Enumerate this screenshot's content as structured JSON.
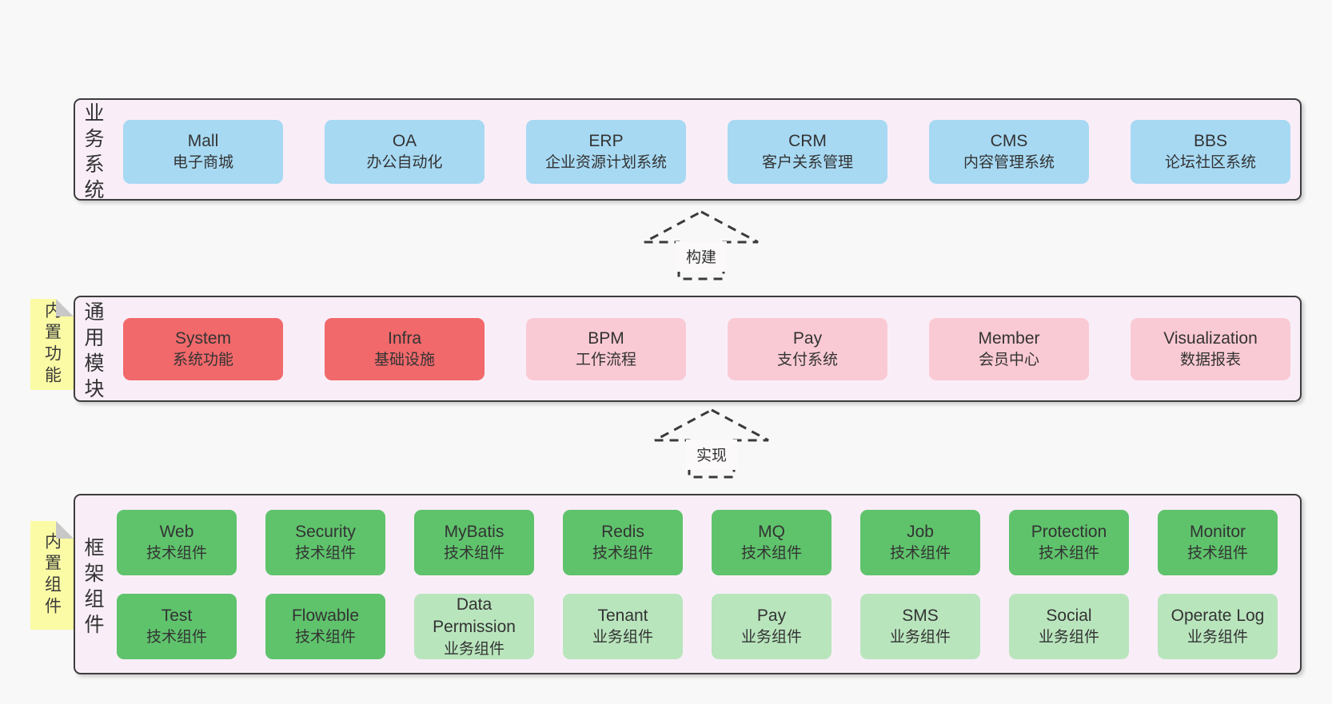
{
  "palette": {
    "page_bg": "#f8f8f8",
    "panel_bg": "#f9eef8",
    "panel_border": "#3d3d3d",
    "blue_box": "#a7d9f3",
    "red_box": "#f1696b",
    "pink_box": "#facad4",
    "green_box": "#5fc36c",
    "green_light_box": "#b9e5bd",
    "sticky_yellow": "#fbfba5",
    "sticky_fold": "#c8c8c8",
    "text": "#333333",
    "arrow": "#3a3a3a"
  },
  "arrows": [
    {
      "label": "构建"
    },
    {
      "label": "实现"
    }
  ],
  "layers": [
    {
      "label": "业务系统",
      "items": [
        {
          "en": "Mall",
          "zh": "电子商城"
        },
        {
          "en": "OA",
          "zh": "办公自动化"
        },
        {
          "en": "ERP",
          "zh": "企业资源计划系统"
        },
        {
          "en": "CRM",
          "zh": "客户关系管理"
        },
        {
          "en": "CMS",
          "zh": "内容管理系统"
        },
        {
          "en": "BBS",
          "zh": "论坛社区系统"
        }
      ]
    },
    {
      "label": "通用模块",
      "sticky": "内置功能",
      "items": [
        {
          "en": "System",
          "zh": "系统功能"
        },
        {
          "en": "Infra",
          "zh": "基础设施"
        },
        {
          "en": "BPM",
          "zh": "工作流程"
        },
        {
          "en": "Pay",
          "zh": "支付系统"
        },
        {
          "en": "Member",
          "zh": "会员中心"
        },
        {
          "en": "Visualization",
          "zh": "数据报表"
        }
      ]
    },
    {
      "label": "框架组件",
      "sticky": "内置组件",
      "rows": [
        [
          {
            "en": "Web",
            "zh": "技术组件"
          },
          {
            "en": "Security",
            "zh": "技术组件"
          },
          {
            "en": "MyBatis",
            "zh": "技术组件"
          },
          {
            "en": "Redis",
            "zh": "技术组件"
          },
          {
            "en": "MQ",
            "zh": "技术组件"
          },
          {
            "en": "Job",
            "zh": "技术组件"
          },
          {
            "en": "Protection",
            "zh": "技术组件"
          },
          {
            "en": "Monitor",
            "zh": "技术组件"
          }
        ],
        [
          {
            "en": "Test",
            "zh": "技术组件"
          },
          {
            "en": "Flowable",
            "zh": "技术组件"
          },
          {
            "en": "Data Permission",
            "zh": "业务组件"
          },
          {
            "en": "Tenant",
            "zh": "业务组件"
          },
          {
            "en": "Pay",
            "zh": "业务组件"
          },
          {
            "en": "SMS",
            "zh": "业务组件"
          },
          {
            "en": "Social",
            "zh": "业务组件"
          },
          {
            "en": "Operate Log",
            "zh": "业务组件"
          }
        ]
      ]
    }
  ]
}
